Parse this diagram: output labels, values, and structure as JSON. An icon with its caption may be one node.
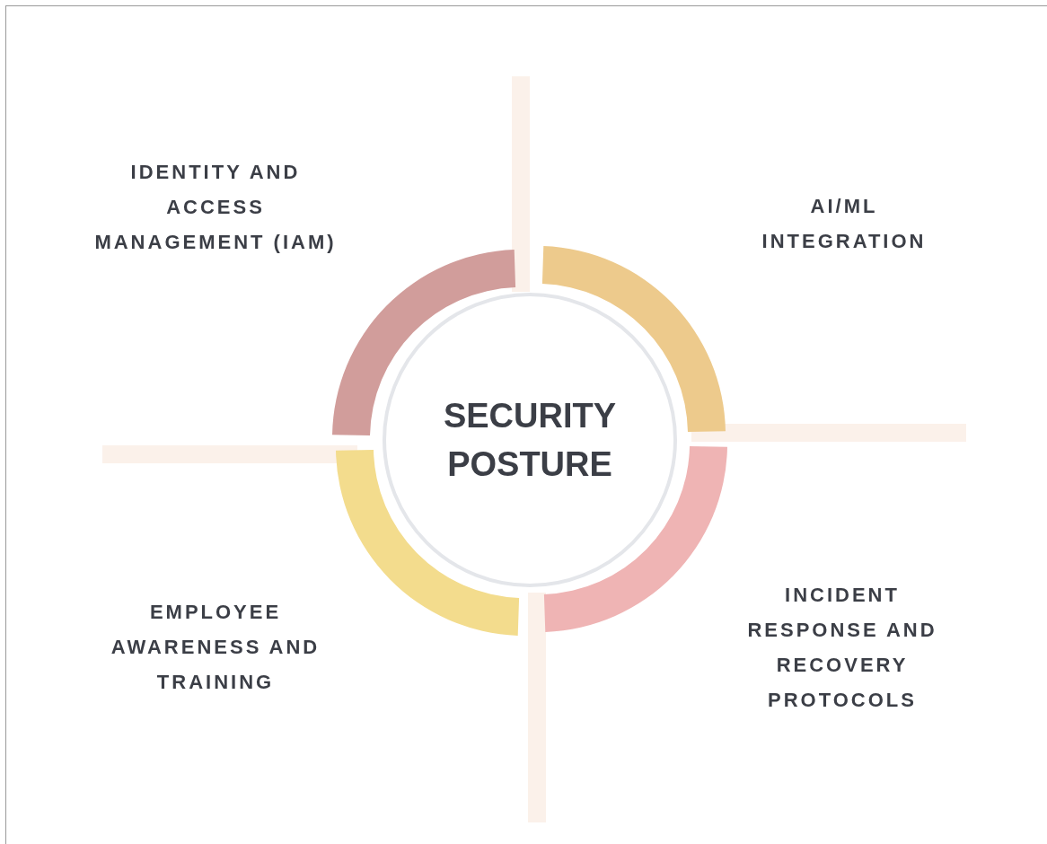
{
  "diagram": {
    "nodes": [
      {
        "text": [
          "SECURITY POSTURE"
        ]
      }
    ],
    "labels": [
      "IDENTITY AND ACCESS MANAGEMENT (IAM)",
      "AI/ML INTEGRATION",
      "EMPLOYEE AWARENESS AND TRAINING",
      "INCIDENT RESPONSE AND RECOVERY PROTOCOLS"
    ]
  }
}
